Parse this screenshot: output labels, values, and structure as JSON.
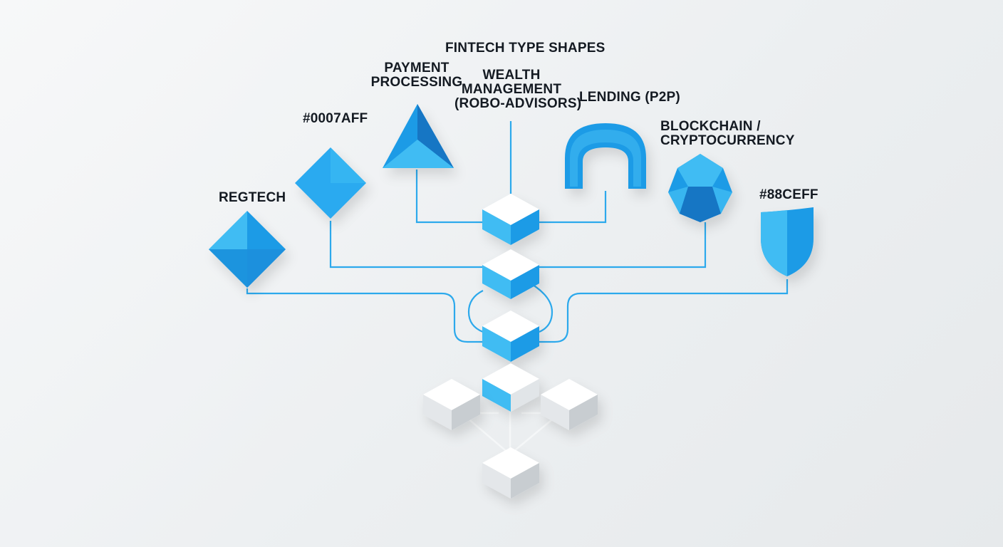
{
  "title": "FINTECH TYPE SHAPES",
  "labels": {
    "regtech": "REGTECH",
    "color_a": "#0007AFF",
    "payment": "PAYMENT\nPROCESSING",
    "wealth": "WEALTH\nMANAGEMENT\n(ROBO-ADVISORS)",
    "lending": "LENDING (P2P)",
    "blockchain": "BLOCKCHAIN /\nCRYPTOCURRENCY",
    "color_b": "#88CEFF"
  },
  "icons": {
    "regtech": "diamond-icon",
    "color_a": "square-diamond-icon",
    "payment": "triangle-icon",
    "wealth": "connector-line",
    "lending": "arch-icon",
    "blockchain": "heptagon-icon",
    "color_b": "shield-icon"
  },
  "colors": {
    "primary_blue": "#1e9be6",
    "light_blue": "#3fbcf3",
    "dark_blue": "#1676c4",
    "connector": "#2ca9ec",
    "cube_top": "#ffffff",
    "cube_side_gray": "#d8dcdf",
    "text": "#141a22"
  }
}
